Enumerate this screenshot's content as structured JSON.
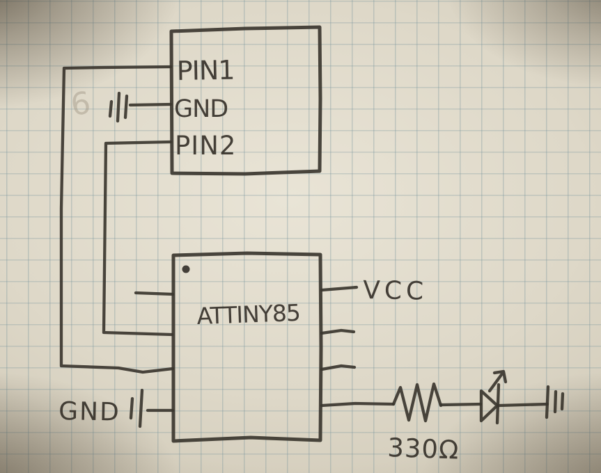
{
  "page": {
    "description": "Hand-drawn electronics schematic in dark pen on light-blue graph paper, photo with darkened corners"
  },
  "colors": {
    "ink": "#3b362f",
    "paper": "#ded8c8",
    "grid_line": "#74929b",
    "pencil": "#9c9180"
  },
  "schematic": {
    "top_component": {
      "pin_labels": {
        "pin1": "PIN1",
        "gnd": "GND",
        "pin2": "PIN2"
      }
    },
    "mcu": {
      "name": "ATTINY85",
      "pin1_marker": "corner-dot",
      "vcc_label": "VCC"
    },
    "power": {
      "ground_label": "GND"
    },
    "resistor": {
      "value_label": "330Ω"
    },
    "led": {
      "symbol": "diode-triangle-with-emission-arrow"
    },
    "pencil_mark": "6",
    "ground_symbols_count": 3,
    "connections": [
      "top-box PIN1 → left rail → ATTINY85 left pin 3",
      "top-box GND → ground symbol",
      "top-box PIN2 → inner rail → ATTINY85 left pin 2",
      "GND + ground symbol → ATTINY85 left pin 4",
      "ATTINY85 right pin 1 → VCC",
      "ATTINY85 right pins 2 and 3 → unconnected stubs",
      "ATTINY85 right pin 4 → 330Ω resistor → LED → ground symbol"
    ]
  }
}
